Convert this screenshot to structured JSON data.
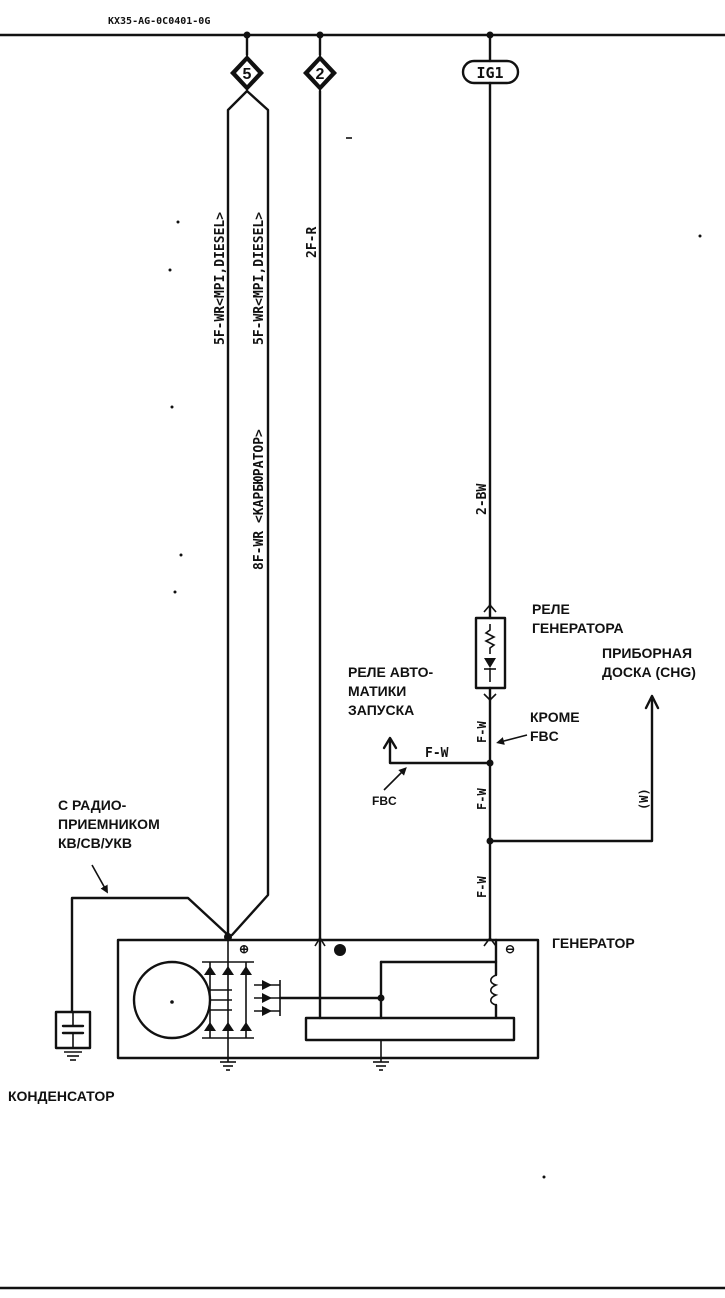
{
  "header_code": "KX35-AG-0C0401-0G",
  "connectors": {
    "c5": "5",
    "c2": "2",
    "ig": "IG1"
  },
  "wires": {
    "w_mpi_a": "5F-WR<MPI,DIESEL>",
    "w_mpi_b": "5F-WR<MPI,DIESEL>",
    "w_carb": "8F-WR <КАРБЮРАТОР>",
    "w_2fr": "2F-R",
    "w_2bw": "2-BW",
    "w_fw_h": "F-W",
    "w_fw_1": "F-W",
    "w_fw_2": "F-W",
    "w_fw_3": "F-W",
    "w_w": "(W)"
  },
  "labels": {
    "relay_gen": [
      "РЕЛЕ",
      "ГЕНЕРАТОРА"
    ],
    "panel": [
      "ПРИБОРНАЯ",
      "ДОСКА (CHG)"
    ],
    "autostart": [
      "РЕЛЕ АВТО-",
      "МАТИКИ",
      "ЗАПУСКА"
    ],
    "except": [
      "КРОМЕ",
      "FBC"
    ],
    "fbc": "FBC",
    "radio": [
      "С РАДИО-",
      "ПРИЕМНИКОМ",
      "КВ/СВ/УКВ"
    ],
    "generator": "ГЕНЕРАТОР",
    "condenser": "КОНДЕНСАТОР"
  }
}
